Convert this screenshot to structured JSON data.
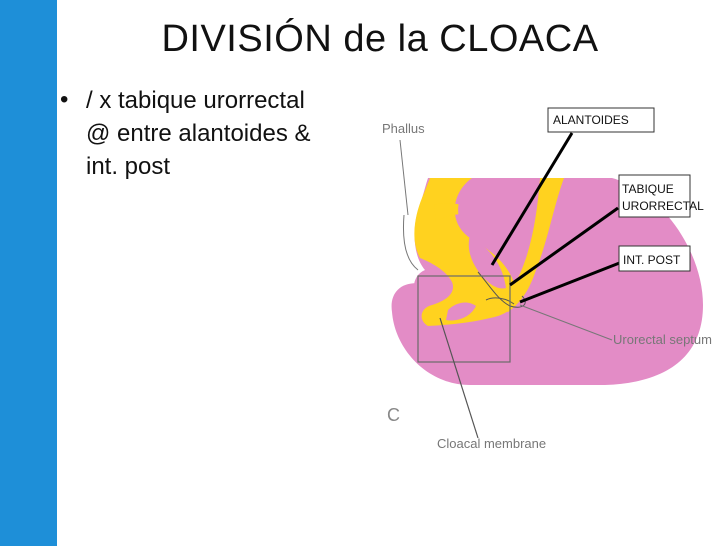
{
  "slide": {
    "title": "DIVISIÓN de la CLOACA",
    "bullet_marker": "•",
    "bullet_text": "/ x tabique urorrectal\n@ entre alantoides &\nint. post"
  },
  "figure": {
    "panel_letter": "C",
    "printed_labels": {
      "phallus": "Phallus",
      "urorectal_septum": "Urorectal septum",
      "cloacal_membrane": "Cloacal membrane"
    },
    "annotation_boxes": {
      "alantoides": "ALANTOIDES",
      "tabique_line1": "TABIQUE",
      "tabique_line2": "URORRECTAL",
      "int_post": "INT. POST"
    },
    "colors": {
      "pink": "#e38cc6",
      "yellow": "#ffd21f",
      "sidebar": "#1e8fd8"
    }
  }
}
